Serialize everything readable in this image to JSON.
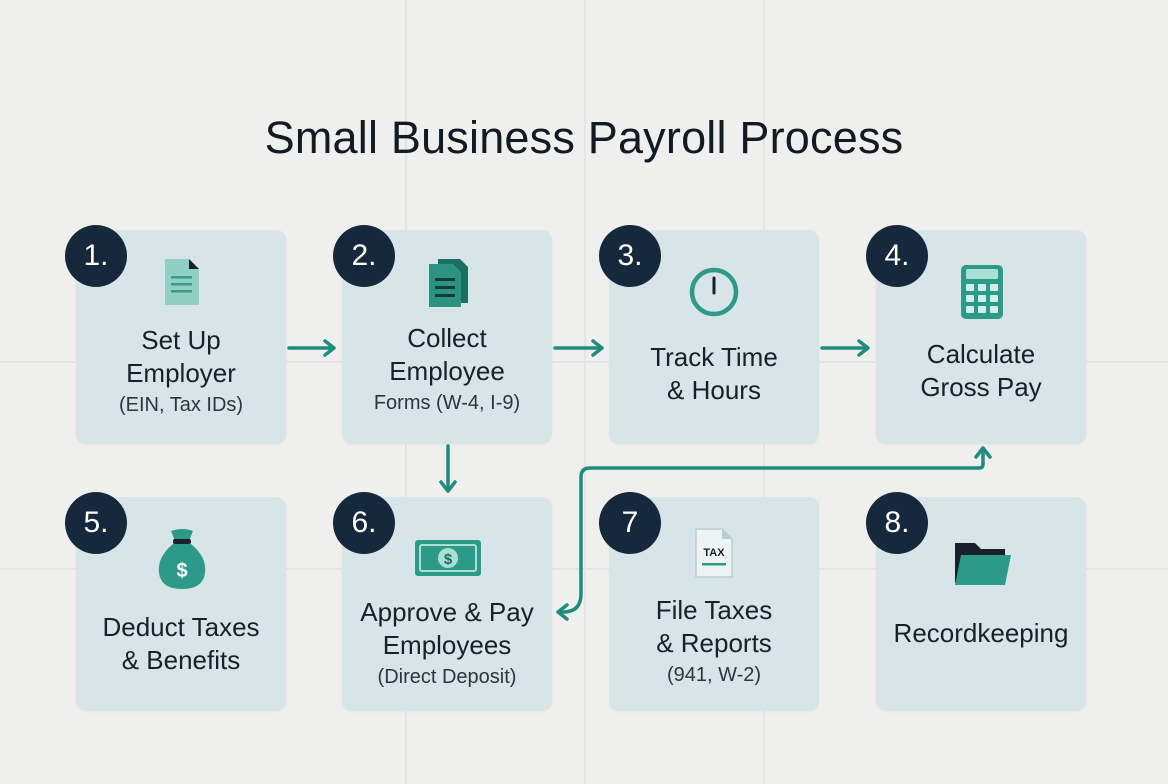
{
  "title": "Small Business Payroll Process",
  "colors": {
    "accent": "#1e8c7e",
    "badge": "#16283b",
    "card": "#d7e5e8",
    "background": "#efefee"
  },
  "steps": [
    {
      "number": "1.",
      "title_line1": "Set Up",
      "title_line2": "Employer",
      "detail": "(EIN, Tax IDs)",
      "icon": "document-icon"
    },
    {
      "number": "2.",
      "title_line1": "Collect",
      "title_line2": "Employee",
      "detail": "Forms (W-4, I-9)",
      "icon": "forms-icon"
    },
    {
      "number": "3.",
      "title_line1": "Track Time",
      "title_line2": "& Hours",
      "detail": "",
      "icon": "clock-icon"
    },
    {
      "number": "4.",
      "title_line1": "Calculate",
      "title_line2": "Gross Pay",
      "detail": "",
      "icon": "calculator-icon"
    },
    {
      "number": "5.",
      "title_line1": "Deduct Taxes",
      "title_line2": "& Benefits",
      "detail": "",
      "icon": "money-bag-icon"
    },
    {
      "number": "6.",
      "title_line1": "Approve & Pay",
      "title_line2": "Employees",
      "detail": "(Direct Deposit)",
      "icon": "dollar-bill-icon"
    },
    {
      "number": "7",
      "title_line1": "File Taxes",
      "title_line2": "& Reports",
      "detail": "(941, W-2)",
      "icon": "tax-form-icon",
      "icon_text": "TAX"
    },
    {
      "number": "8.",
      "title_line1": "Recordkeeping",
      "title_line2": "",
      "detail": "",
      "icon": "folder-icon"
    }
  ]
}
